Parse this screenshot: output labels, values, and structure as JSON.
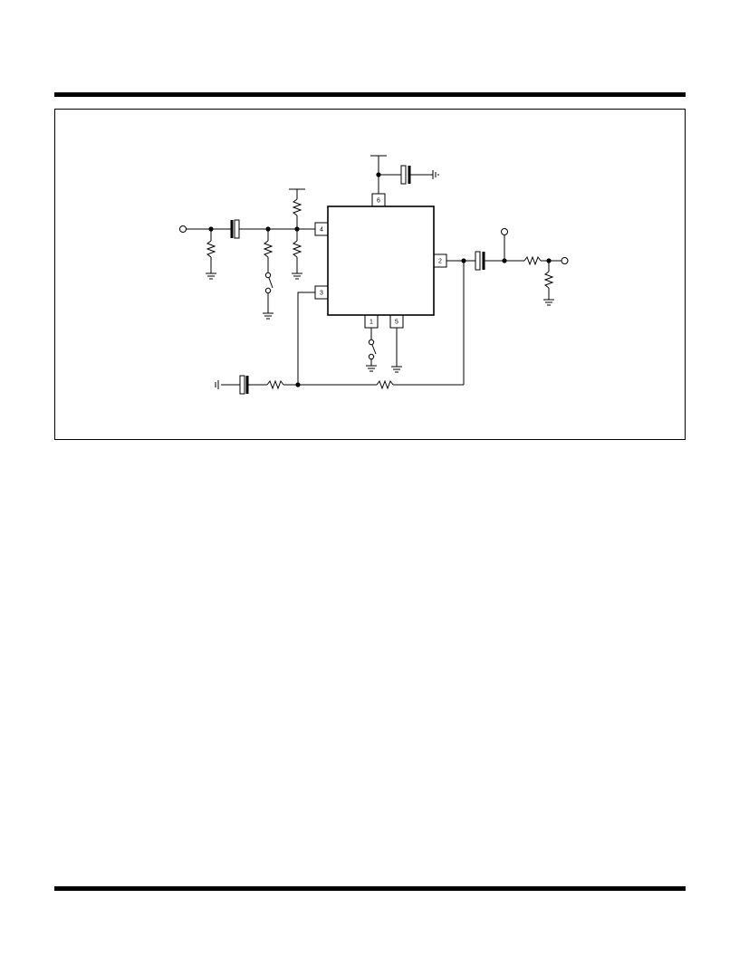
{
  "schematic": {
    "pins": {
      "p1": "1",
      "p2": "2",
      "p3": "3",
      "p4": "4",
      "p5": "5",
      "p6": "6"
    }
  },
  "colors": {
    "ink": "#000000",
    "background": "#ffffff"
  }
}
